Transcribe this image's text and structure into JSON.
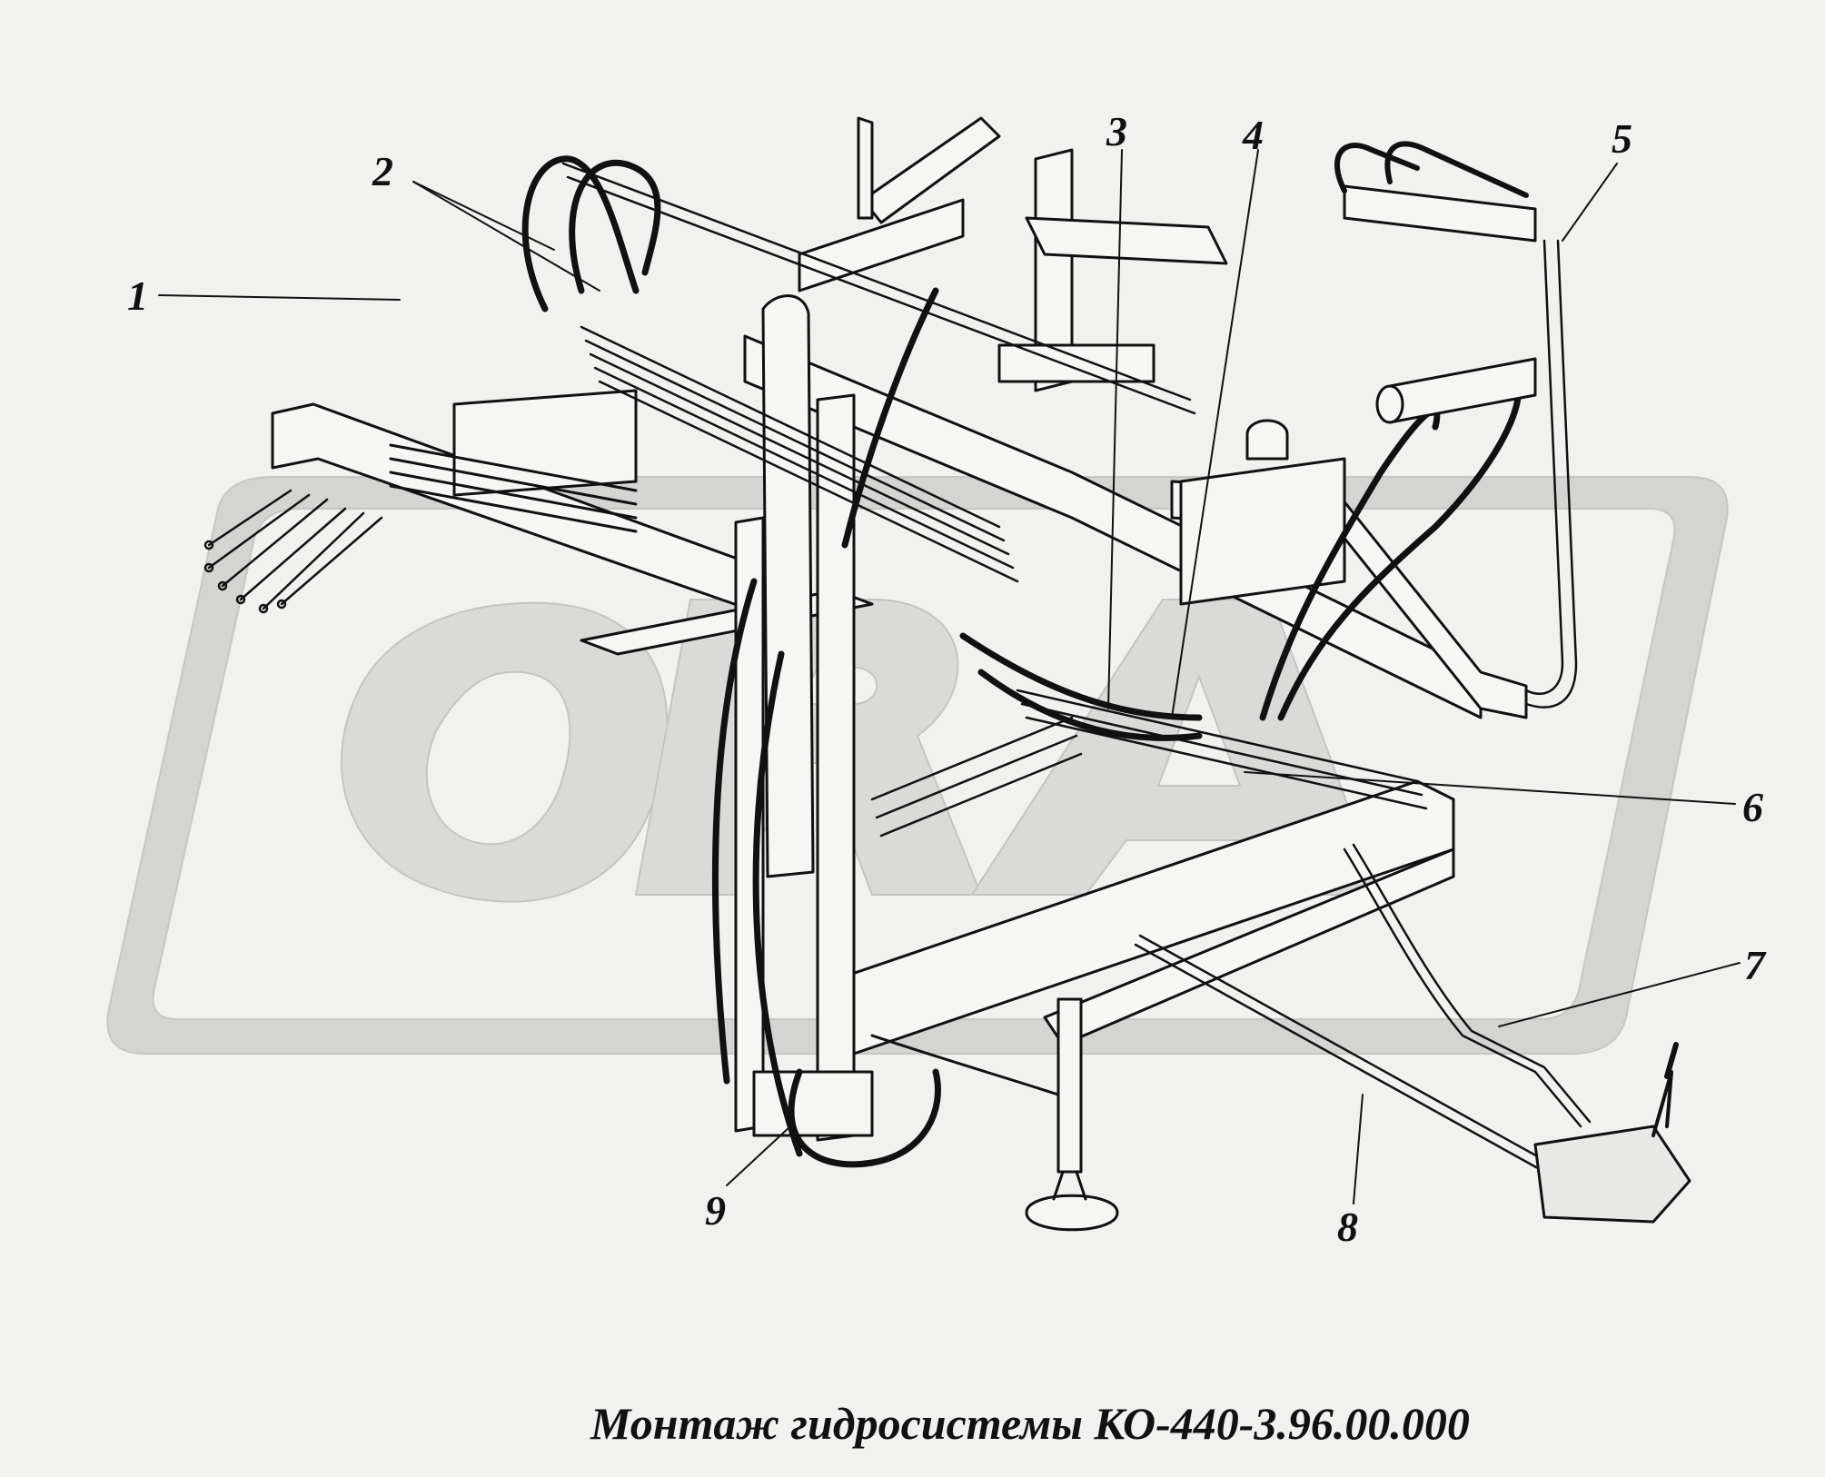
{
  "watermark": {
    "text": "ORA"
  },
  "callouts": [
    {
      "number": "1"
    },
    {
      "number": "2"
    },
    {
      "number": "3"
    },
    {
      "number": "4"
    },
    {
      "number": "5"
    },
    {
      "number": "6"
    },
    {
      "number": "7"
    },
    {
      "number": "8"
    },
    {
      "number": "9"
    }
  ],
  "caption": "Монтаж гидросистемы КО-440-3.96.00.000",
  "colors": {
    "background": "#f1f1ef",
    "ink": "#111111",
    "watermark": "#d4d4d2"
  }
}
